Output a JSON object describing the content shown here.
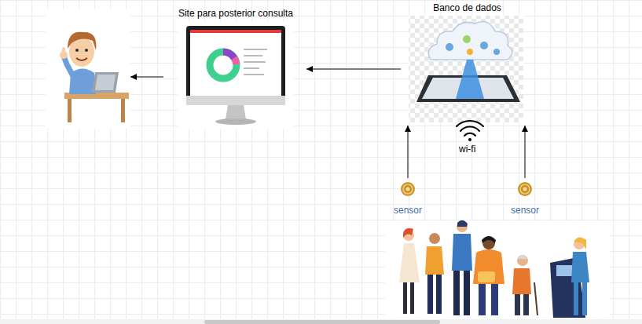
{
  "diagram": {
    "nodes": [
      {
        "text": [
          "Site para posterior consulta"
        ]
      },
      {
        "text": [
          "Banco de dados"
        ]
      },
      {
        "text": [
          "sensor"
        ]
      },
      {
        "text": [
          "sensor"
        ]
      }
    ],
    "edges": [
      {
        "from": 1,
        "to": 0,
        "arrow": "to"
      },
      {
        "from": 2,
        "to": 1,
        "arrow": "to"
      },
      {
        "from": 3,
        "to": 1,
        "arrow": "to"
      }
    ],
    "labels": [
      "wi-fi"
    ]
  }
}
